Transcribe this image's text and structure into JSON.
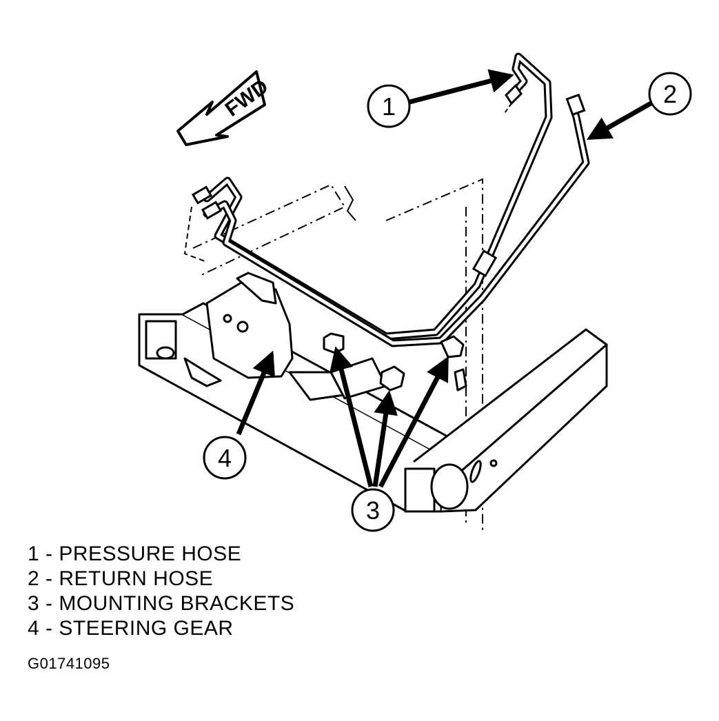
{
  "diagram": {
    "direction_label": "FWD",
    "callouts": [
      "1",
      "2",
      "3",
      "4"
    ]
  },
  "legend": [
    "1 - PRESSURE HOSE",
    "2 - RETURN HOSE",
    "3 - MOUNTING BRACKETS",
    "4 - STEERING GEAR"
  ],
  "figure_code": "G01741095"
}
